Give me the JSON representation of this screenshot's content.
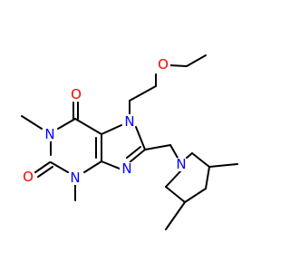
{
  "molecule": {
    "colors": {
      "bond": "#000000",
      "oxygen": "#ff0000",
      "nitrogen": "#0000ff",
      "background": "#ffffff"
    },
    "atom_labels": {
      "o_ether": "O",
      "o_c6": "O",
      "o_c2": "O",
      "n7": "N",
      "n1": "N",
      "n3": "N",
      "n9": "N",
      "n_pip": "N"
    }
  }
}
